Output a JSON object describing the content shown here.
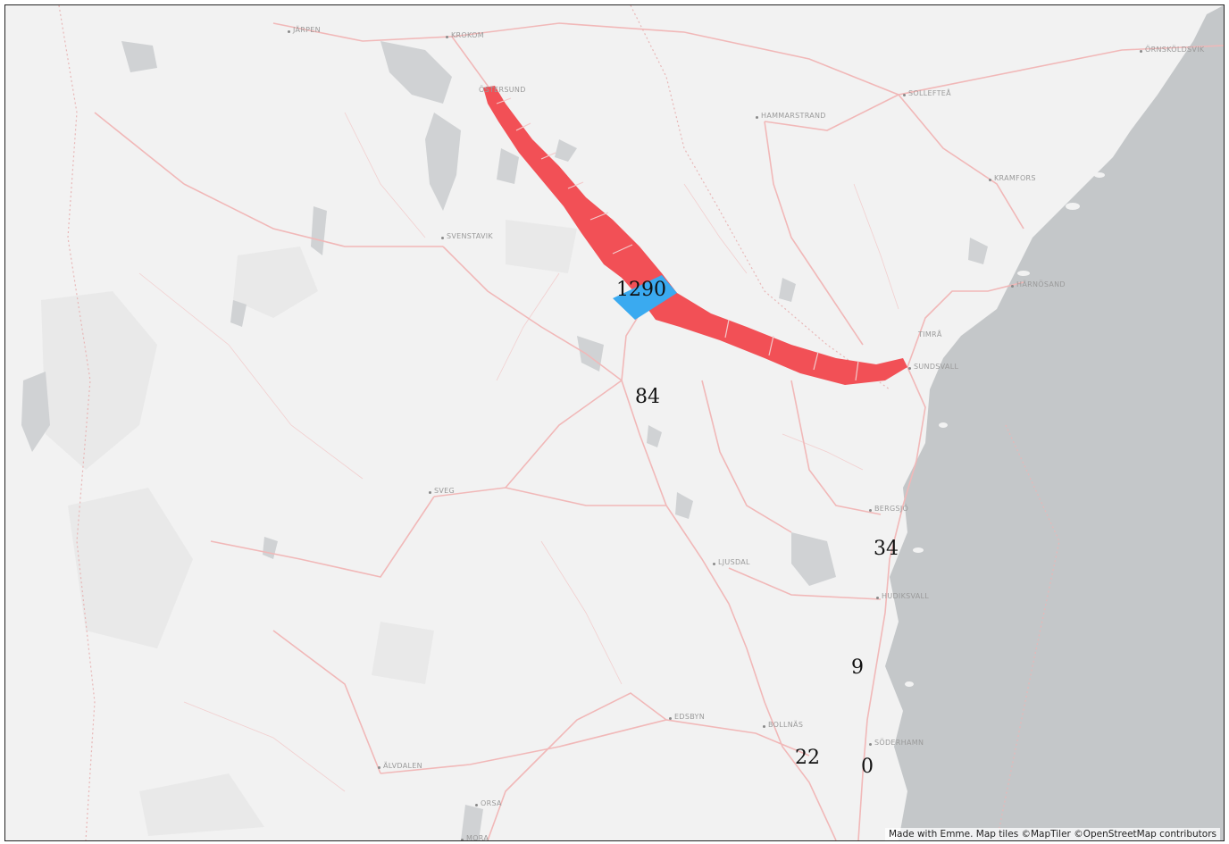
{
  "map": {
    "colors": {
      "land": "#f2f2f2",
      "sea": "#c4c7c9",
      "lake": "#d0d2d4",
      "road": "#f1b8b8",
      "border": "#e8b7b7",
      "flow": "#f25056",
      "selected_zone": "#3aaaf0"
    },
    "places": [
      {
        "id": "jarpen",
        "name": "JÄRPEN"
      },
      {
        "id": "krokom",
        "name": "KROKOM"
      },
      {
        "id": "ostersund",
        "name": "ÖSTERSUND"
      },
      {
        "id": "ornskoldsvik",
        "name": "ÖRNSKÖLDSVIK"
      },
      {
        "id": "solleftea",
        "name": "SOLLEFTEÅ"
      },
      {
        "id": "hammarstrand",
        "name": "HAMMARSTRAND"
      },
      {
        "id": "kramfors",
        "name": "KRAMFORS"
      },
      {
        "id": "svenstavik",
        "name": "SVENSTAVIK"
      },
      {
        "id": "harnosand",
        "name": "HÄRNÖSAND"
      },
      {
        "id": "timra",
        "name": "TIMRÅ"
      },
      {
        "id": "sundsvall",
        "name": "SUNDSVALL"
      },
      {
        "id": "sveg",
        "name": "SVEG"
      },
      {
        "id": "bergsjo",
        "name": "BERGSJÖ"
      },
      {
        "id": "ljusdal",
        "name": "LJUSDAL"
      },
      {
        "id": "hudiksvall",
        "name": "HUDIKSVALL"
      },
      {
        "id": "edsbyn",
        "name": "EDSBYN"
      },
      {
        "id": "bollnas",
        "name": "BOLLNÄS"
      },
      {
        "id": "soderhamn",
        "name": "SÖDERHAMN"
      },
      {
        "id": "alvdalen",
        "name": "ÄLVDALEN"
      },
      {
        "id": "orsa",
        "name": "ORSA"
      },
      {
        "id": "mora",
        "name": "MORA"
      }
    ],
    "flow_labels": [
      {
        "id": "selected-zone",
        "value": "1290"
      },
      {
        "id": "south-ljusdal",
        "value": "84"
      },
      {
        "id": "bergsjo",
        "value": "34"
      },
      {
        "id": "hudiksvall",
        "value": "9"
      },
      {
        "id": "bollnas",
        "value": "22"
      },
      {
        "id": "soderhamn",
        "value": "0"
      }
    ],
    "attribution": "Made with Emme. Map tiles ©MapTiler ©OpenStreetMap contributors"
  }
}
